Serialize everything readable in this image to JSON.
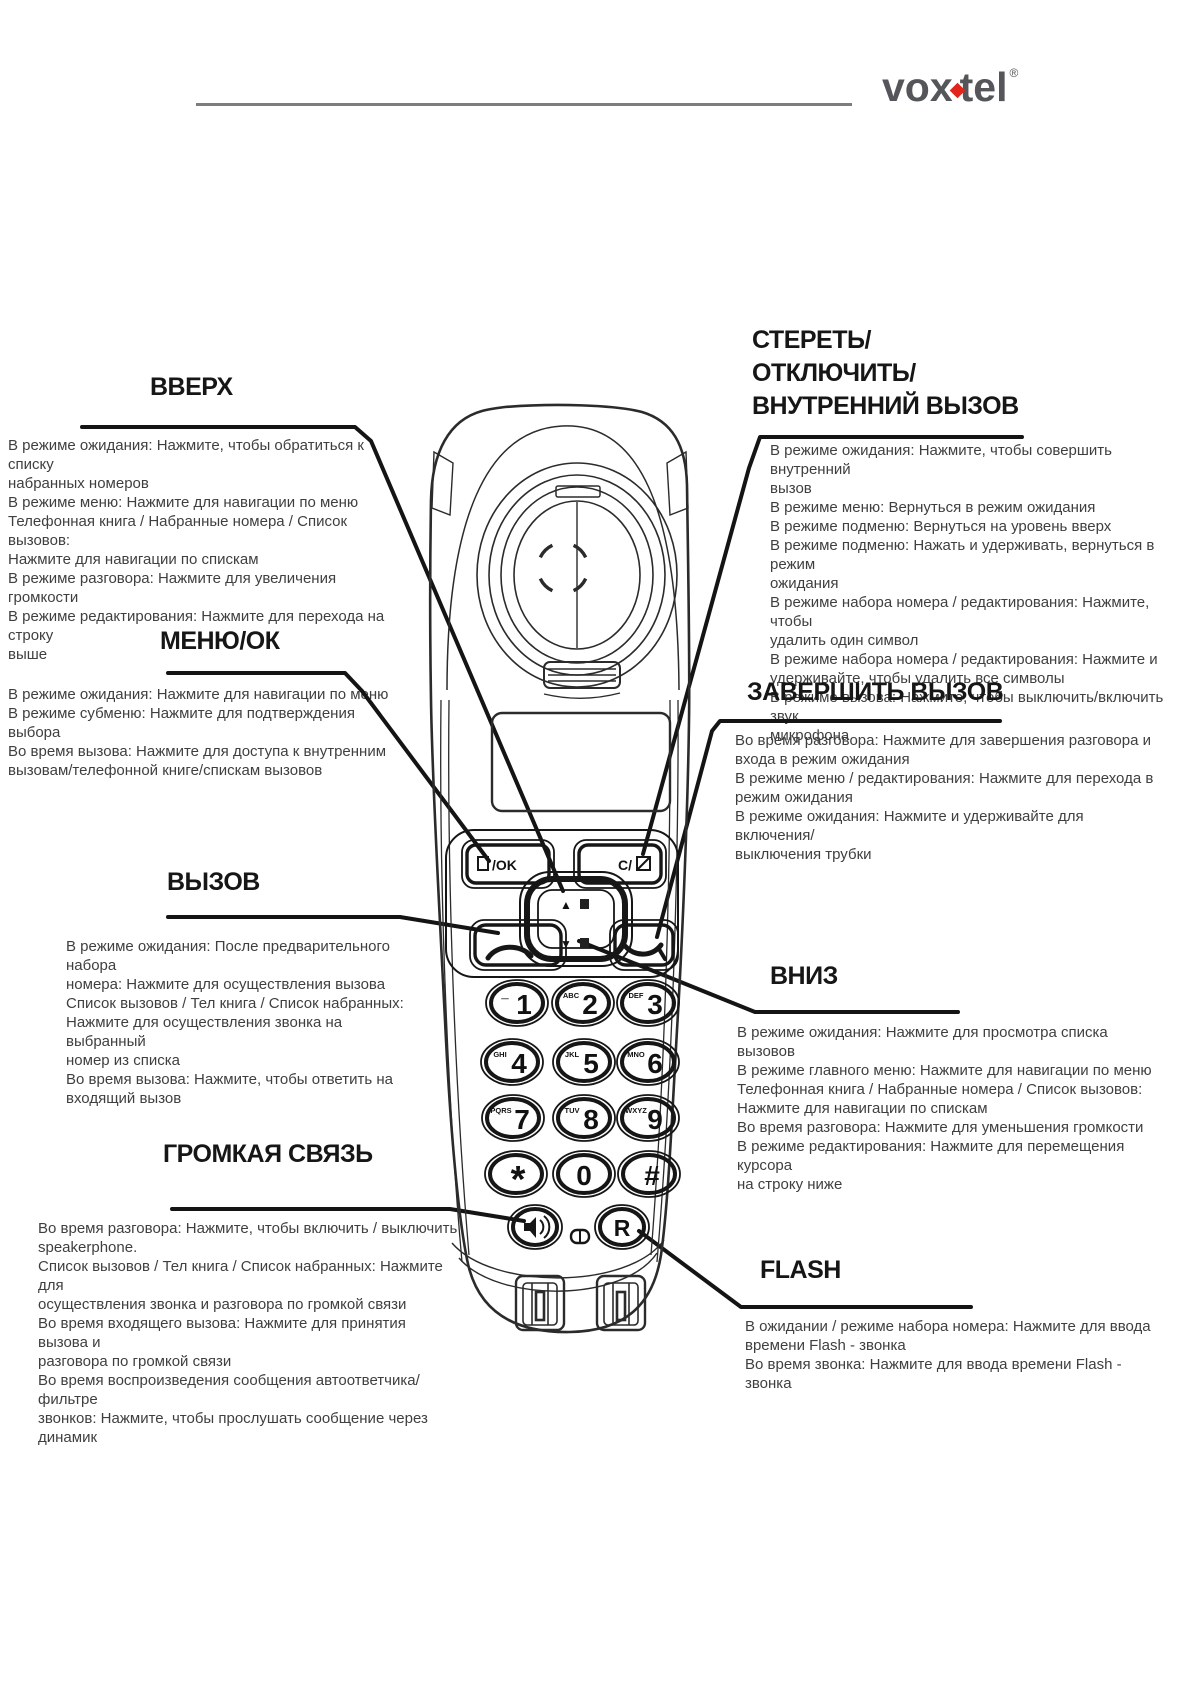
{
  "logo": {
    "part1": "vox",
    "part2": "tel",
    "mark": "®"
  },
  "callouts": {
    "up": {
      "title": "ВВЕРХ",
      "lines": [
        "В режиме ожидания: Нажмите, чтобы обратиться к списку",
        "набранных номеров",
        "В режиме меню: Нажмите для навигации по меню",
        "Телефонная книга / Набранные номера / Список вызовов:",
        "Нажмите для навигации по спискам",
        "В режиме разговора: Нажмите для увеличения громкости",
        "В режиме редактирования: Нажмите для перехода на строку",
        "выше"
      ]
    },
    "menu_ok": {
      "title": "МЕНЮ/ОК",
      "lines": [
        "В режиме ожидания: Нажмите для навигации по меню",
        "В режиме субменю: Нажмите для подтверждения выбора",
        "Во время вызова: Нажмите для доступа к внутренним",
        "вызовам/телефонной книге/спискам вызовов"
      ]
    },
    "call": {
      "title": "ВЫЗОВ",
      "lines": [
        "В режиме ожидания: После предварительного набора",
        "номера: Нажмите для осуществления вызова",
        "Список вызовов / Тел книга / Список набранных:",
        "Нажмите для осуществления звонка на выбранный",
        "номер из списка",
        "Во время вызова: Нажмите, чтобы ответить на",
        "входящий вызов"
      ]
    },
    "speakerphone": {
      "title": "ГРОМКАЯ СВЯЗЬ",
      "lines": [
        "Во время разговора: Нажмите, чтобы включить / выключить",
        "speakerphone.",
        "Список вызовов / Тел книга / Список набранных: Нажмите для",
        "осуществления звонка и разговора по громкой связи",
        "Во время входящего вызова: Нажмите для принятия вызова и",
        "разговора по громкой связи",
        "Во время воспроизведения сообщения автоответчика/фильтре",
        "звонков: Нажмите, чтобы прослушать сообщение через динамик"
      ]
    },
    "clear": {
      "title_lines": [
        "СТЕРЕТЬ/",
        "ОТКЛЮЧИТЬ/",
        "ВНУТРЕННИЙ ВЫЗОВ"
      ],
      "lines": [
        "В режиме ожидания: Нажмите, чтобы совершить внутренний",
        "вызов",
        "В режиме меню: Вернуться в режим ожидания",
        "В режиме подменю: Вернуться на уровень вверх",
        "В режиме подменю: Нажать и удерживать, вернуться в режим",
        "ожидания",
        "В режиме набора номера / редактирования: Нажмите, чтобы",
        "удалить один символ",
        "В режиме набора номера / редактирования: Нажмите и",
        "удерживайте, чтобы удалить все символы",
        "В режиме вызова: Нажмите, чтобы выключить/включить звук",
        "микрофона"
      ]
    },
    "end_call": {
      "title": "ЗАВЕРШИТЬ ВЫЗОВ",
      "lines": [
        "Во время разговора: Нажмите для завершения разговора и",
        "входа в режим ожидания",
        "В режиме меню / редактирования: Нажмите для перехода в",
        "режим ожидания",
        "В режиме ожидания: Нажмите и удерживайте  для включения/",
        "выключения трубки"
      ]
    },
    "down": {
      "title": "ВНИЗ",
      "lines": [
        "В режиме ожидания: Нажмите для просмотра списка вызовов",
        "В режиме главного меню: Нажмите для навигации по меню",
        "Телефонная книга / Набранные номера / Список вызовов:",
        "Нажмите для навигации по спискам",
        "Во время разговора: Нажмите для уменьшения громкости",
        "В режиме редактирования: Нажмите для перемещения курсора",
        "на строку ниже"
      ]
    },
    "flash": {
      "title": "FLASH",
      "lines": [
        "В ожидании / режиме набора номера: Нажмите для ввода",
        "времени Flash - звонка",
        "Во время звонка: Нажмите для ввода времени Flash - звонка"
      ]
    }
  },
  "phone": {
    "nav": {
      "menu_ok_label": "/OK",
      "clear_label": "C/",
      "up_symbol": "▲",
      "down_symbol": "▼"
    },
    "keys": [
      {
        "digit": "1",
        "letters": "—"
      },
      {
        "digit": "2",
        "letters": "ABC"
      },
      {
        "digit": "3",
        "letters": "DEF"
      },
      {
        "digit": "4",
        "letters": "GHI"
      },
      {
        "digit": "5",
        "letters": "JKL"
      },
      {
        "digit": "6",
        "letters": "MNO"
      },
      {
        "digit": "7",
        "letters": "PQRS"
      },
      {
        "digit": "8",
        "letters": "TUV"
      },
      {
        "digit": "9",
        "letters": "WXYZ"
      },
      {
        "digit": "*",
        "letters": ""
      },
      {
        "digit": "0",
        "letters": ""
      },
      {
        "digit": "#",
        "letters": ""
      }
    ],
    "flash_key_label": "R"
  },
  "colors": {
    "accent_red": "#e0251b",
    "callout_line": "#141414",
    "body_text": "#3f3f3f"
  }
}
